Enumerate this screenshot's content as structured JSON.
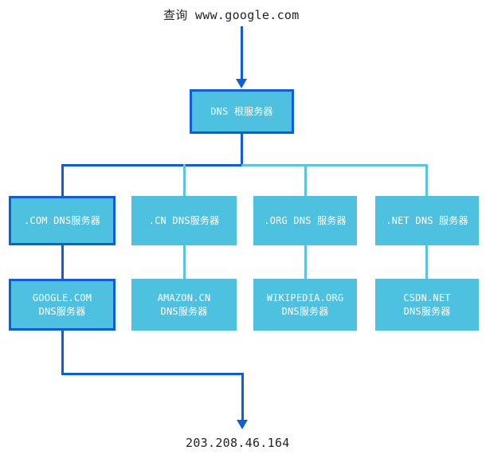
{
  "diagram": {
    "title_query": "查询 www.google.com",
    "result_ip": "203.208.46.164",
    "colors": {
      "node_fill": "#4fc1e0",
      "highlight_stroke": "#0d5fd8",
      "light_edge": "#5bc4e0",
      "text_on_node": "#ffffff",
      "caption_text": "#232323",
      "background": "#ffffff"
    },
    "root": {
      "label": "DNS 根服务器"
    },
    "tld_row": [
      {
        "label": ".COM DNS服务器",
        "highlighted": true
      },
      {
        "label": ".CN DNS服务器",
        "highlighted": false
      },
      {
        "label": ".ORG DNS 服务器",
        "highlighted": false
      },
      {
        "label": ".NET DNS 服务器",
        "highlighted": false
      }
    ],
    "authoritative_row": [
      {
        "label": "GOOGLE.COM\nDNS服务器",
        "highlighted": true
      },
      {
        "label": "AMAZON.CN\nDNS服务器",
        "highlighted": false
      },
      {
        "label": "WIKIPEDIA.ORG\nDNS服务器",
        "highlighted": false
      },
      {
        "label": "CSDN.NET\nDNS服务器",
        "highlighted": false
      }
    ]
  }
}
